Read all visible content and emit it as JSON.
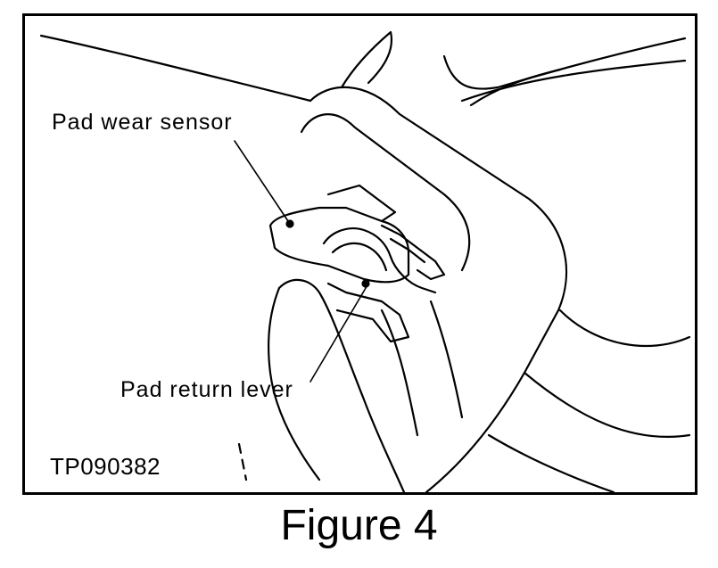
{
  "figure": {
    "callouts": {
      "pad_wear_sensor": "Pad wear sensor",
      "pad_return_lever": "Pad return lever"
    },
    "drawing_code": "TP090382",
    "caption": "Figure 4"
  },
  "colors": {
    "ink": "#000000",
    "paper": "#ffffff"
  }
}
